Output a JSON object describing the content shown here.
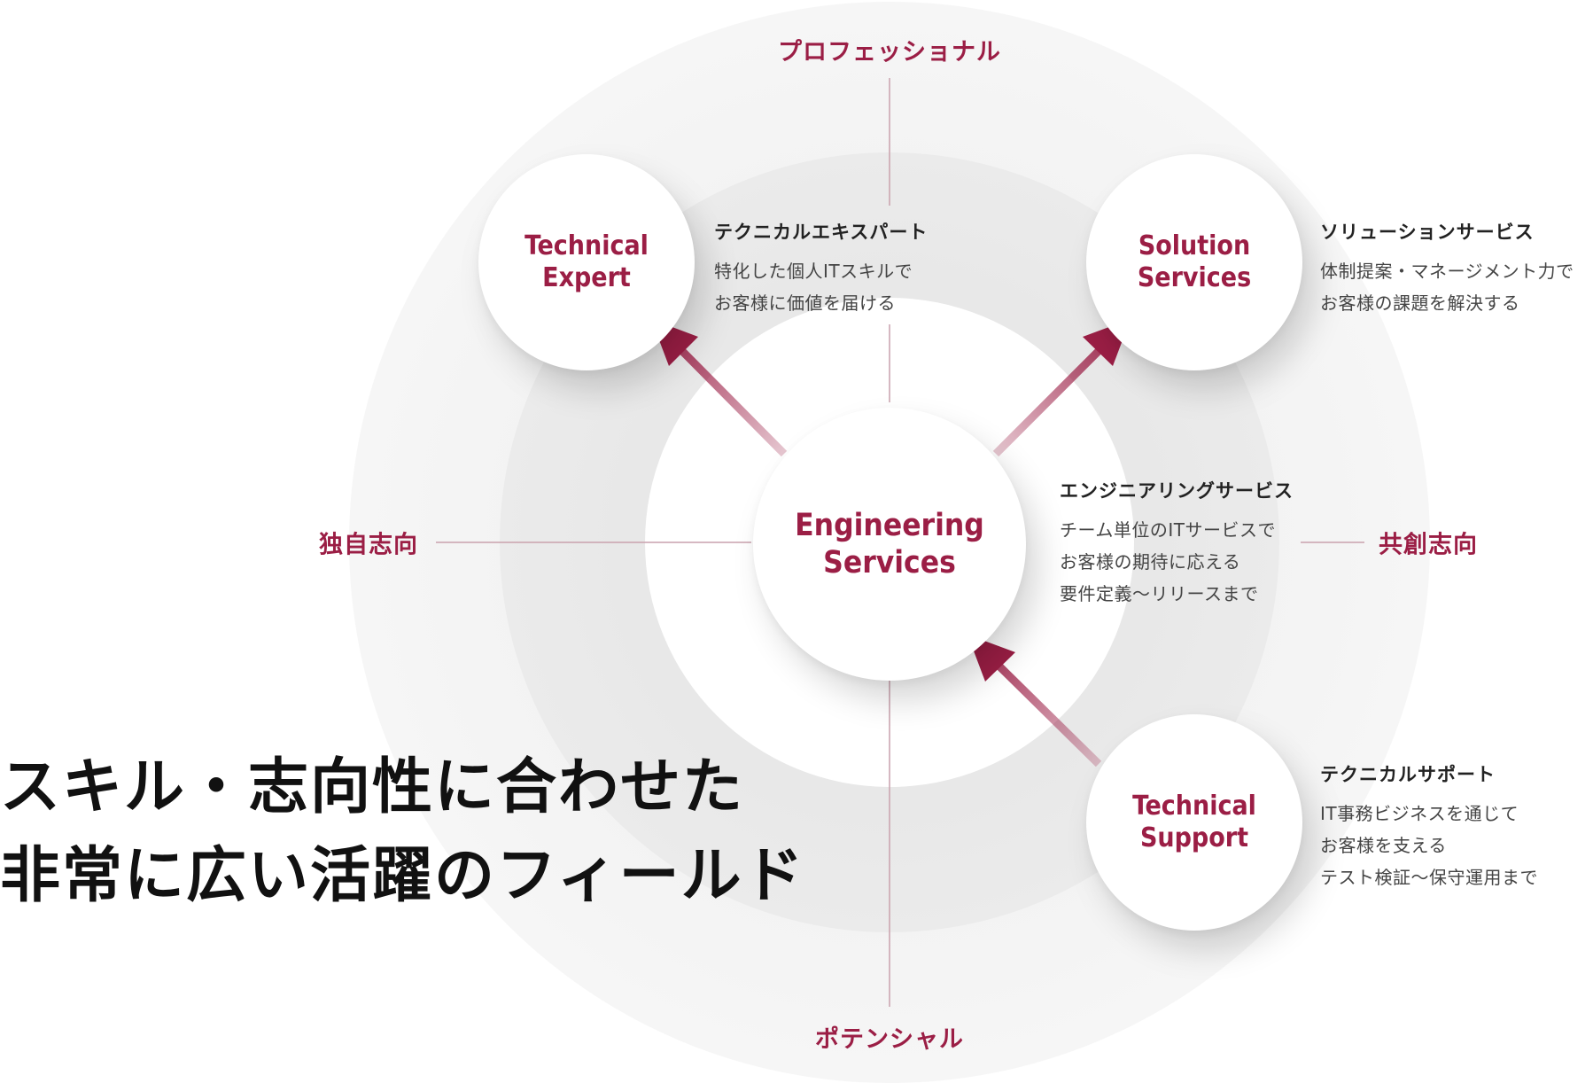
{
  "axes": {
    "top": "プロフェッショナル",
    "bottom": "ポテンシャル",
    "left": "独自志向",
    "right": "共創志向"
  },
  "nodes": {
    "engineering": {
      "title_lines": [
        "Engineering",
        "Services"
      ]
    },
    "technical_expert": {
      "title_lines": [
        "Technical",
        "Expert"
      ]
    },
    "solution": {
      "title_lines": [
        "Solution",
        "Services"
      ]
    },
    "support": {
      "title_lines": [
        "Technical",
        "Support"
      ]
    }
  },
  "descriptions": {
    "technical_expert": {
      "title": "テクニカルエキスパート",
      "lines": [
        "特化した個人ITスキルで",
        "お客様に価値を届ける"
      ]
    },
    "solution": {
      "title": "ソリューションサービス",
      "lines": [
        "体制提案・マネージメント力で",
        "お客様の課題を解決する"
      ]
    },
    "engineering": {
      "title": "エンジニアリングサービス",
      "lines": [
        "チーム単位のITサービスで",
        "お客様の期待に応える",
        "要件定義〜リリースまで"
      ]
    },
    "support": {
      "title": "テクニカルサポート",
      "lines": [
        "IT事務ビジネスを通じて",
        "お客様を支える",
        "テスト検証〜保守運用まで"
      ]
    }
  },
  "headline": {
    "lines": [
      "スキル・志向性に合わせた",
      "非常に広い活躍のフィールド"
    ]
  },
  "colors": {
    "accent": "#9b1e45",
    "ring_outer": "#f2f2f2",
    "ring_mid": "#e7e7e7",
    "ring_inner": "#ffffff"
  }
}
